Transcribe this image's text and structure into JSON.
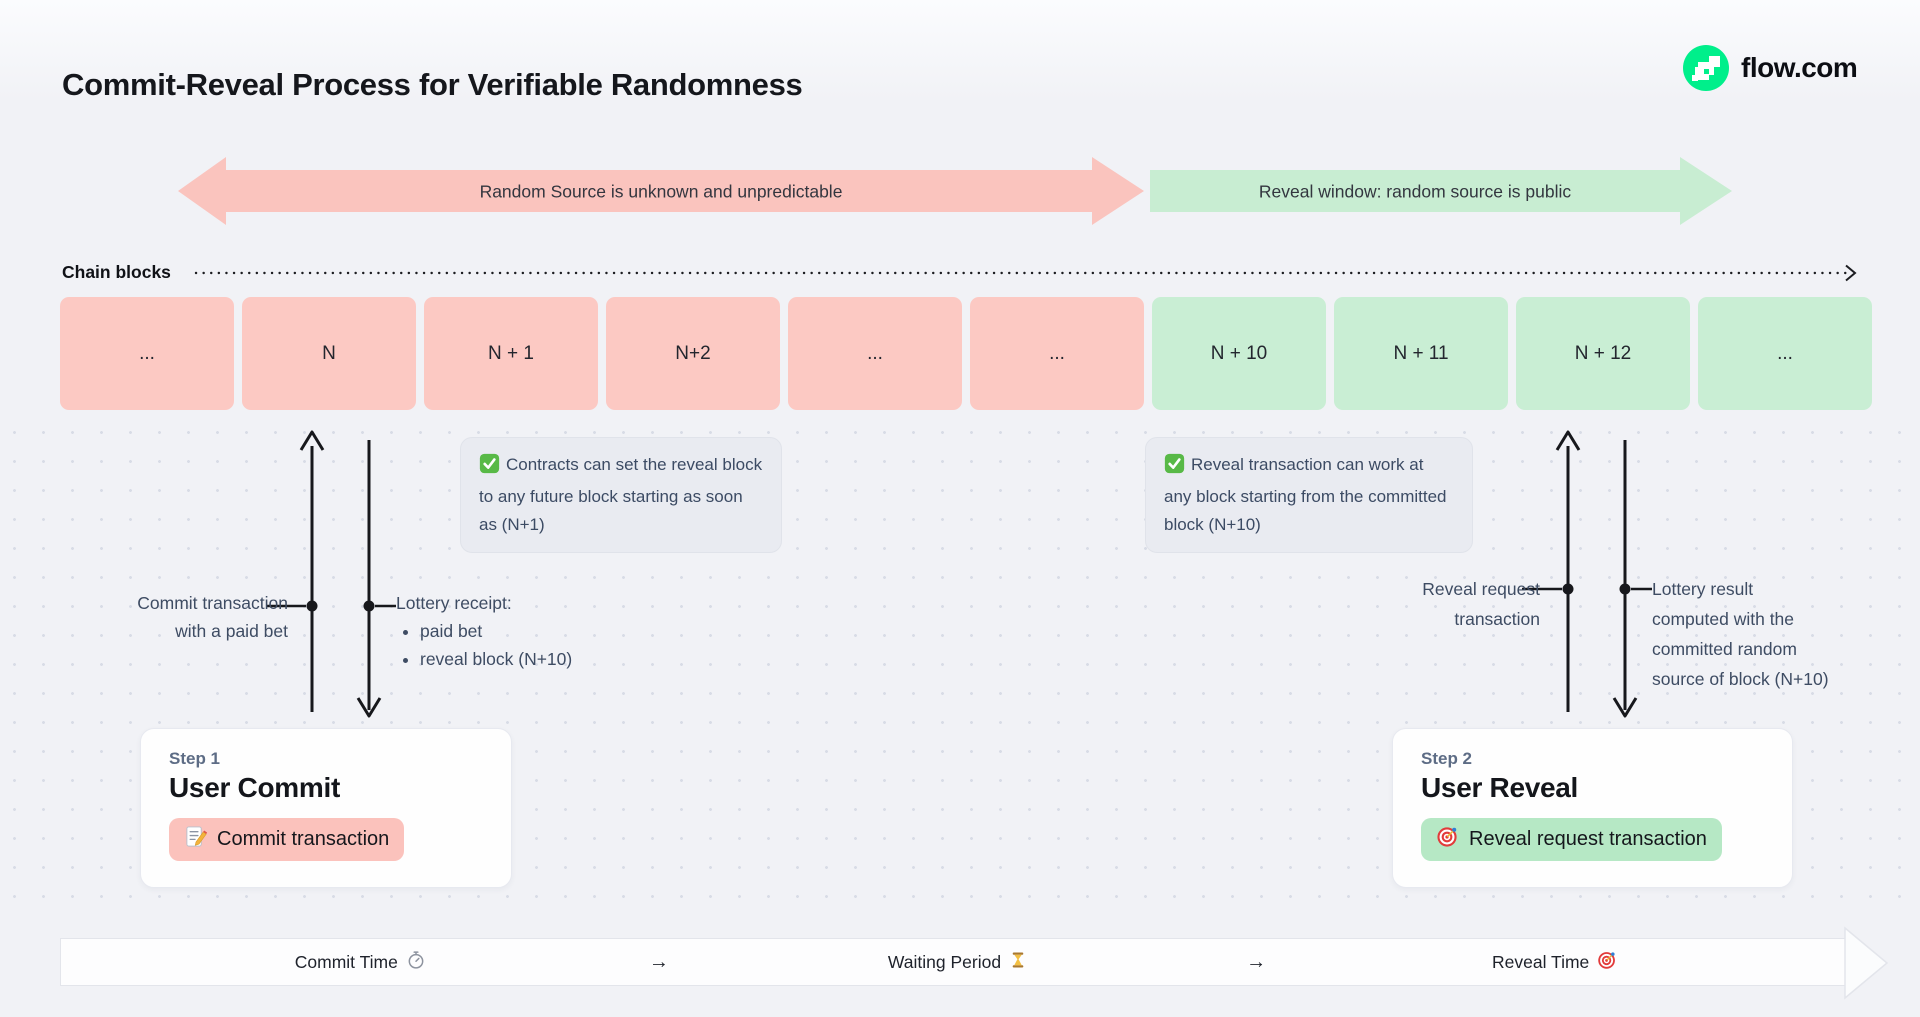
{
  "page": {
    "title": "Commit-Reveal Process for Verifiable Randomness"
  },
  "brand": {
    "label": "flow.com",
    "icon": "flow-logo-icon",
    "color": "#00ef8b"
  },
  "phases": [
    {
      "id": "commit",
      "label": "Random Source is unknown and unpredictable",
      "color": "#fac4be",
      "direction": "both"
    },
    {
      "id": "reveal",
      "label": "Reveal window: random source is public",
      "color": "#c8edd2",
      "direction": "right"
    }
  ],
  "chain": {
    "label": "Chain blocks",
    "blocks": [
      {
        "label": "...",
        "phase": "commit"
      },
      {
        "label": "N",
        "phase": "commit"
      },
      {
        "label": "N + 1",
        "phase": "commit"
      },
      {
        "label": "N+2",
        "phase": "commit"
      },
      {
        "label": "...",
        "phase": "commit"
      },
      {
        "label": "...",
        "phase": "commit"
      },
      {
        "label": "N + 10",
        "phase": "reveal"
      },
      {
        "label": "N + 11",
        "phase": "reveal"
      },
      {
        "label": "N + 12",
        "phase": "reveal"
      },
      {
        "label": "...",
        "phase": "reveal"
      }
    ]
  },
  "notes": [
    {
      "icon": "check-icon",
      "text": "Contracts can set the reveal block to any future block starting as soon as (N+1)"
    },
    {
      "icon": "check-icon",
      "text": "Reveal transaction can work at any block starting from the committed block (N+10)"
    }
  ],
  "annotations": {
    "commit_up": {
      "lines": [
        "Commit transaction",
        "with a paid bet"
      ]
    },
    "commit_down": {
      "title": "Lottery receipt:",
      "bullets": [
        "paid bet",
        "reveal block (N+10)"
      ]
    },
    "reveal_up": {
      "lines": [
        "Reveal request",
        "transaction"
      ]
    },
    "reveal_down": {
      "lines": [
        "Lottery result",
        "computed with the",
        "committed random",
        "source of block (N+10)"
      ]
    }
  },
  "steps": [
    {
      "step_label": "Step 1",
      "title": "User Commit",
      "badge": {
        "icon": "memo-icon",
        "label": "Commit transaction",
        "color": "#fbc2bc"
      }
    },
    {
      "step_label": "Step 2",
      "title": "User Reveal",
      "badge": {
        "icon": "target-icon",
        "label": "Reveal request transaction",
        "color": "#b6e8c5"
      }
    }
  ],
  "timeline": {
    "items": [
      {
        "label": "Commit Time",
        "icon": "stopwatch-icon"
      },
      {
        "label": "→",
        "icon": "arrow-right-glyph"
      },
      {
        "label": "Waiting Period",
        "icon": "hourglass-icon"
      },
      {
        "label": "→",
        "icon": "arrow-right-glyph"
      },
      {
        "label": "Reveal Time",
        "icon": "target-icon"
      }
    ]
  },
  "colors": {
    "background": "#f1f2f6",
    "commit_pink": "#fcc9c3",
    "reveal_green": "#c9eed4",
    "note_bg": "#e9ebf1",
    "flow_green": "#00ef8b",
    "ink": "#15171c",
    "annotation_ink": "#3e4c63"
  }
}
